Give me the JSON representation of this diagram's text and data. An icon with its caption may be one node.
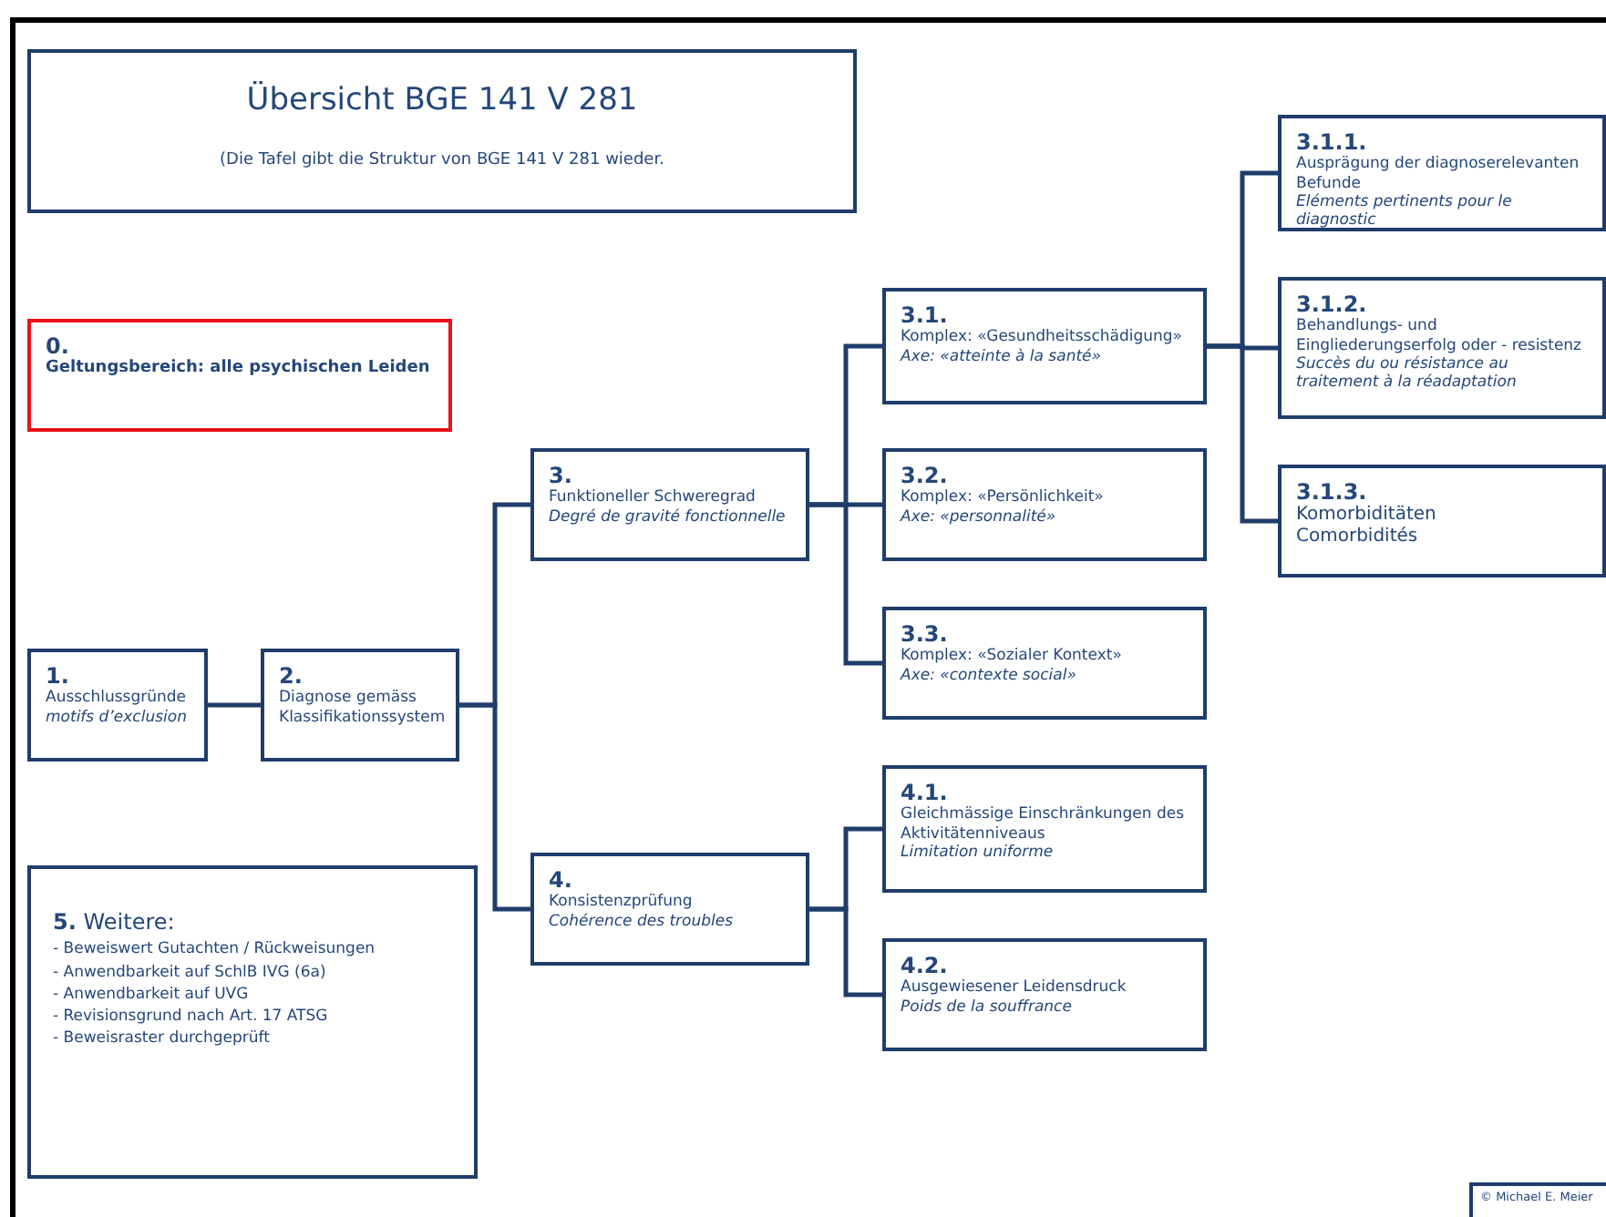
{
  "diagram": {
    "nodes": [
      {
        "text": [
          "Übersicht BGE 141 V 281",
          "(Die Tafel gibt die Struktur von BGE 141 V 281 wieder."
        ]
      },
      {
        "text": [
          "0.",
          "Geltungsbereich: alle psychischen Leiden"
        ]
      },
      {
        "text": [
          "1.",
          "Ausschlussgründe",
          "motifs d’exclusion"
        ]
      },
      {
        "text": [
          "2.",
          "Diagnose gemäss Klassifikationssystem"
        ]
      },
      {
        "text": [
          "3.",
          "Funktioneller Schweregrad",
          "Degré de gravité fonctionnelle"
        ]
      },
      {
        "text": [
          "3.1.",
          "Komplex: «Gesundheitsschädigung»",
          "Axe: «atteinte à la santé»"
        ]
      },
      {
        "text": [
          "3.2.",
          "Komplex: «Persönlichkeit»",
          "Axe: «personnalité»"
        ]
      },
      {
        "text": [
          "3.3.",
          "Komplex: «Sozialer Kontext»",
          "Axe: «contexte social»"
        ]
      },
      {
        "text": [
          "3.1.1.",
          "Ausprägung der diagnoserelevanten Befunde",
          "Eléments pertinents pour le diagnostic"
        ]
      },
      {
        "text": [
          "3.1.2.",
          "Behandlungs- und Eingliederungserfolg oder - resistenz",
          "Succès du ou résistance au traitement à la réadaptation"
        ]
      },
      {
        "text": [
          "3.1.3.",
          "Komorbiditäten",
          "Comorbidités"
        ]
      },
      {
        "text": [
          "4.",
          "Konsistenzprüfung",
          "Cohérence des troubles"
        ]
      },
      {
        "text": [
          "4.1.",
          "Gleichmässige Einschränkungen des Aktivitätenniveaus",
          "Limitation uniforme"
        ]
      },
      {
        "text": [
          "4.2.",
          "Ausgewiesener Leidensdruck",
          "Poids de la souffrance"
        ]
      },
      {
        "text": [
          "**5.** Weitere:",
          "- Beweiswert Gutachten / Rückweisungen",
          "- Anwendbarkeit auf SchlB  IVG (6a)",
          "- Anwendbarkeit auf UVG",
          "- Revisionsgrund  nach Art. 17 ATSG",
          "- Beweisraster durchgeprüft"
        ]
      },
      {
        "text": [
          "© Michael E. Meier"
        ]
      }
    ],
    "edges": [
      {
        "from": 2,
        "to": 3,
        "arrow": "none"
      },
      {
        "from": 3,
        "to": 4,
        "arrow": "none"
      },
      {
        "from": 3,
        "to": 11,
        "arrow": "none"
      },
      {
        "from": 4,
        "to": 5,
        "arrow": "none"
      },
      {
        "from": 4,
        "to": 6,
        "arrow": "none"
      },
      {
        "from": 4,
        "to": 7,
        "arrow": "none"
      },
      {
        "from": 5,
        "to": 8,
        "arrow": "none"
      },
      {
        "from": 5,
        "to": 9,
        "arrow": "none"
      },
      {
        "from": 5,
        "to": 10,
        "arrow": "none"
      },
      {
        "from": 11,
        "to": 12,
        "arrow": "none"
      },
      {
        "from": 11,
        "to": 13,
        "arrow": "none"
      }
    ]
  }
}
